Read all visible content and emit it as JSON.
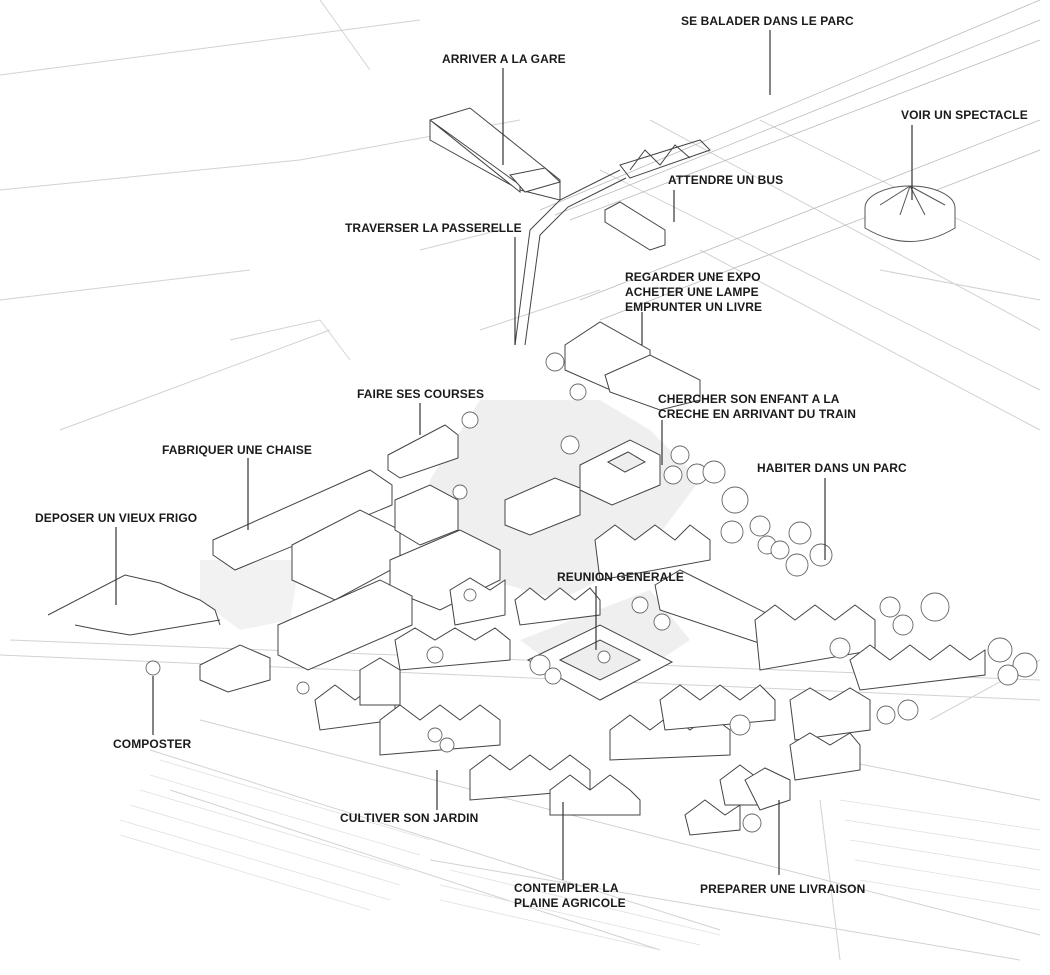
{
  "title": "",
  "labels": {
    "park_walk": "SE BALADER DANS LE PARC",
    "station": "ARRIVER A LA GARE",
    "show": "VOIR UN SPECTACLE",
    "bus": "ATTENDRE UN BUS",
    "footbridge": "TRAVERSER LA PASSERELLE",
    "expo_line1": "REGARDER UNE EXPO",
    "expo_line2": "ACHETER UNE LAMPE",
    "expo_line3": "EMPRUNTER UN LIVRE",
    "shopping": "FAIRE SES COURSES",
    "creche_line1": "CHERCHER SON ENFANT A LA",
    "creche_line2": "CRECHE EN ARRIVANT DU TRAIN",
    "chair": "FABRIQUER UNE CHAISE",
    "live_park": "HABITER DANS UN PARC",
    "fridge": "DEPOSER UN VIEUX FRIGO",
    "meeting": "REUNION GENERALE",
    "compost": "COMPOSTER",
    "garden": "CULTIVER SON JARDIN",
    "plain_line1": "CONTEMPLER LA",
    "plain_line2": "PLAINE AGRICOLE",
    "delivery": "PREPARER UNE LIVRAISON"
  },
  "colors": {
    "ink": "#1a1a1a",
    "line": "#444444",
    "faint": "#cfcfcf",
    "ground": "#efefef"
  }
}
